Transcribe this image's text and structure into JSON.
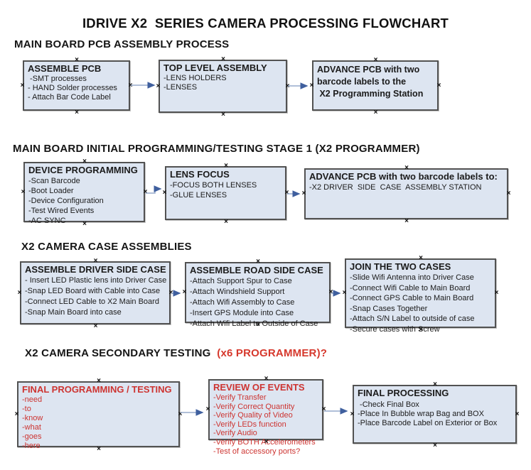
{
  "title": "IDRIVE X2  SERIES CAMERA PROCESSING FLOWCHART",
  "icons": {
    "connection_handle": "×"
  },
  "colors": {
    "box_fill": "#dde5f1",
    "box_border": "#525252",
    "arrow_line": "#96aacb",
    "arrow_head": "#3f5f9e",
    "red_text": "#cd3431",
    "heading_red": "#d6382c",
    "black_text": "#1b1b1b"
  },
  "sections": [
    {
      "heading": "MAIN BOARD PCB ASSEMBLY PROCESS"
    },
    {
      "heading": "MAIN BOARD INITIAL PROGRAMMING/TESTING STAGE 1 (X2 PROGRAMMER)"
    },
    {
      "heading": "X2 CAMERA CASE ASSEMBLIES"
    },
    {
      "heading": "X2 CAMERA SECONDARY TESTING",
      "heading_red_suffix": "  (x6 PROGRAMMER)?"
    }
  ],
  "boxes": {
    "assemble_pcb": {
      "title": "ASSEMBLE PCB",
      "items": [
        " -SMT processes",
        "- HAND Solder processes",
        "- Attach Bar Code Label"
      ]
    },
    "top_level_assembly": {
      "title": "TOP LEVEL ASSEMBLY",
      "items": [
        "-LENS HOLDERS",
        "-LENSES"
      ]
    },
    "advance_pcb_programming": {
      "lines": [
        "ADVANCE PCB with two",
        "barcode labels to the",
        " X2 Programming Station"
      ]
    },
    "device_programming": {
      "title": "DEVICE PROGRAMMING",
      "items": [
        "-Scan Barcode",
        "-Boot Loader",
        "-Device Configuration",
        "-Test Wired Events",
        "-AC SYNC"
      ]
    },
    "lens_focus": {
      "title": "LENS FOCUS",
      "items": [
        "-FOCUS BOTH LENSES",
        "-GLUE LENSES"
      ]
    },
    "advance_pcb_case": {
      "title": "ADVANCE PCB with two barcode labels to:",
      "items": [
        "-X2 DRIVER  SIDE  CASE  ASSEMBLY STATION"
      ]
    },
    "assemble_driver_side_case": {
      "title": "ASSEMBLE DRIVER SIDE CASE",
      "items": [
        "- Insert LED Plastic lens into Driver Case",
        "-Snap LED Board with Cable into Case",
        "-Connect LED Cable to X2 Main Board",
        "-Snap Main Board into case"
      ]
    },
    "assemble_road_side_case": {
      "title": "ASSEMBLE ROAD SIDE CASE",
      "items": [
        "-Attach Support Spur to Case",
        "-Attach Windshield Support",
        "-Attach Wifi Assembly to Case",
        "-Insert GPS Module into Case",
        "-Attach Wifi Label to Outside of Case"
      ]
    },
    "join_the_two_cases": {
      "title": "JOIN THE TWO CASES",
      "items": [
        "-Slide Wifi Antenna into Driver Case",
        "-Connect Wifi Cable to Main Board",
        "-Connect GPS Cable to Main Board",
        "-Snap Cases Together",
        "-Attach S/N Label to outside of case",
        "-Secure cases with Screw"
      ]
    },
    "final_programming_testing": {
      "title": "FINAL PROGRAMMING / TESTING",
      "items": [
        "-need",
        "-to",
        "-know",
        "-what",
        "-goes",
        "-here"
      ]
    },
    "review_of_events": {
      "title": "REVIEW OF EVENTS",
      "items": [
        "-Verify Transfer",
        "-Verify Correct Quantity",
        "-Verify Quality of Video",
        "-Verify LEDs function",
        "-Verify Audio",
        "-Verify BOTH Accelerometers",
        "-Test of accessory ports?"
      ]
    },
    "final_processing": {
      "title": "FINAL PROCESSING",
      "items": [
        " -Check Final Box",
        "-Place In Bubble wrap Bag and BOX",
        "-Place Barcode Label on Exterior or Box"
      ]
    }
  }
}
